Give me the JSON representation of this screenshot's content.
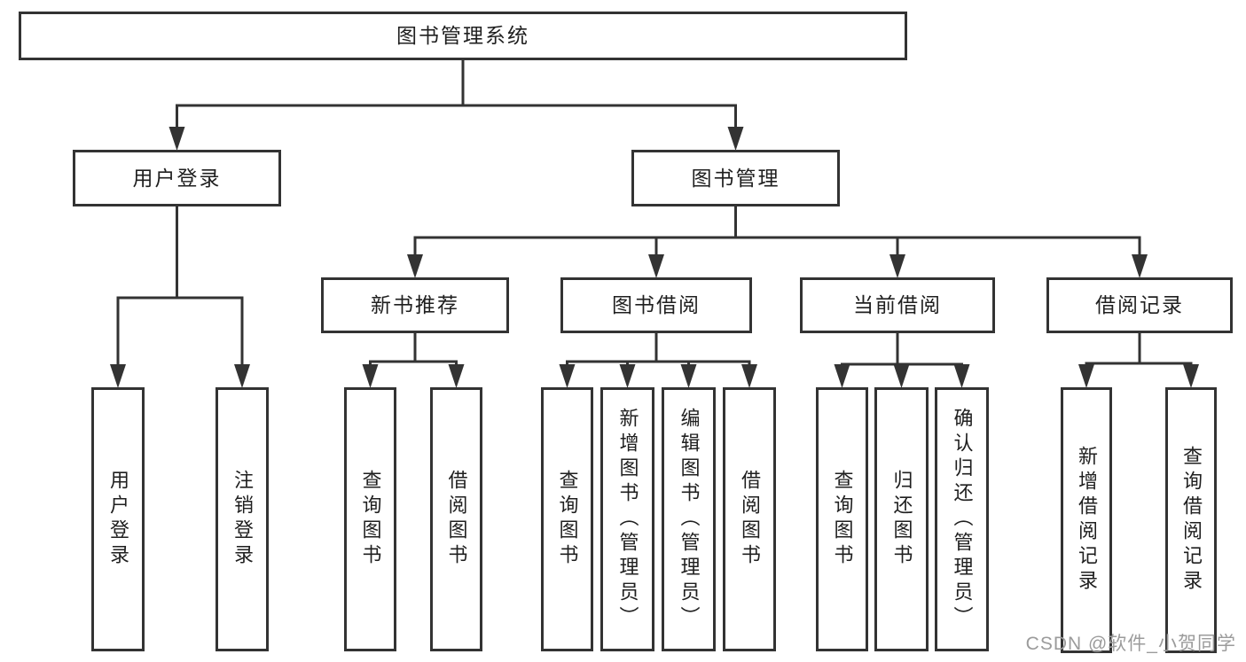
{
  "diagram": {
    "type": "hierarchy-chart",
    "title": "图书管理系统"
  },
  "colors": {
    "line": "#333333",
    "box_background": "#ffffff",
    "text": "#1f1f1f",
    "watermark": "#9b9b9b",
    "background": "#ffffff"
  },
  "watermark": {
    "text": "CSDN @软件_小贺同学"
  },
  "nodes": [
    {
      "id": "root",
      "label": "图书管理系统",
      "parent": null,
      "orientation": "horizontal"
    },
    {
      "id": "user-login",
      "label": "用户登录",
      "parent": "root",
      "orientation": "horizontal"
    },
    {
      "id": "book-mgmt",
      "label": "图书管理",
      "parent": "root",
      "orientation": "horizontal"
    },
    {
      "id": "new-book-rec",
      "label": "新书推荐",
      "parent": "book-mgmt",
      "orientation": "horizontal"
    },
    {
      "id": "book-borrow",
      "label": "图书借阅",
      "parent": "book-mgmt",
      "orientation": "horizontal"
    },
    {
      "id": "current-borrow",
      "label": "当前借阅",
      "parent": "book-mgmt",
      "orientation": "horizontal"
    },
    {
      "id": "borrow-records",
      "label": "借阅记录",
      "parent": "book-mgmt",
      "orientation": "horizontal"
    },
    {
      "id": "leaf-user-login",
      "label": "用户登录",
      "parent": "user-login",
      "orientation": "vertical"
    },
    {
      "id": "leaf-logout",
      "label": "注销登录",
      "parent": "user-login",
      "orientation": "vertical"
    },
    {
      "id": "leaf-nbr-query",
      "label": "查询图书",
      "parent": "new-book-rec",
      "orientation": "vertical"
    },
    {
      "id": "leaf-nbr-borrow",
      "label": "借阅图书",
      "parent": "new-book-rec",
      "orientation": "vertical"
    },
    {
      "id": "leaf-bb-query",
      "label": "查询图书",
      "parent": "book-borrow",
      "orientation": "vertical"
    },
    {
      "id": "leaf-bb-add",
      "label": "新增图书（管理员）",
      "parent": "book-borrow",
      "orientation": "vertical"
    },
    {
      "id": "leaf-bb-edit",
      "label": "编辑图书（管理员）",
      "parent": "book-borrow",
      "orientation": "vertical"
    },
    {
      "id": "leaf-bb-borrow",
      "label": "借阅图书",
      "parent": "book-borrow",
      "orientation": "vertical"
    },
    {
      "id": "leaf-cb-query",
      "label": "查询图书",
      "parent": "current-borrow",
      "orientation": "vertical"
    },
    {
      "id": "leaf-cb-return",
      "label": "归还图书",
      "parent": "current-borrow",
      "orientation": "vertical"
    },
    {
      "id": "leaf-cb-confirm",
      "label": "确认归还（管理员）",
      "parent": "current-borrow",
      "orientation": "vertical"
    },
    {
      "id": "leaf-br-add",
      "label": "新增借阅记录",
      "parent": "borrow-records",
      "orientation": "vertical"
    },
    {
      "id": "leaf-br-query",
      "label": "查询借阅记录",
      "parent": "borrow-records",
      "orientation": "vertical"
    }
  ]
}
